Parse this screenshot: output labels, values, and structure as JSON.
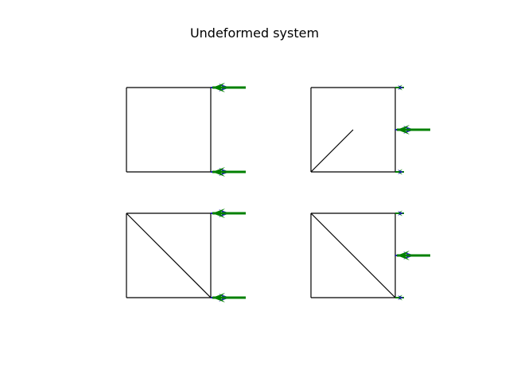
{
  "figure": {
    "title": "Undeformed system"
  },
  "colors": {
    "structure": "#000000",
    "force_arrow": "#008000",
    "displacement_arrow": "#1f1fb4"
  },
  "subplots": [
    {
      "id": "top-left",
      "members": [
        "bottom",
        "top",
        "left",
        "right"
      ],
      "loads": [
        {
          "node": "top-right",
          "type": "double-arrow"
        },
        {
          "node": "bottom-right",
          "type": "double-arrow"
        }
      ]
    },
    {
      "id": "top-right",
      "members": [
        "bottom",
        "top",
        "left",
        "right",
        "half-diagonal"
      ],
      "loads": [
        {
          "node": "top-right",
          "type": "small-arrow"
        },
        {
          "node": "right-mid",
          "type": "double-arrow"
        },
        {
          "node": "bottom-right",
          "type": "small-arrow"
        }
      ]
    },
    {
      "id": "bottom-left",
      "members": [
        "bottom",
        "top",
        "left",
        "right",
        "diagonal"
      ],
      "loads": [
        {
          "node": "top-right",
          "type": "double-arrow"
        },
        {
          "node": "bottom-right",
          "type": "double-arrow"
        }
      ]
    },
    {
      "id": "bottom-right",
      "members": [
        "bottom",
        "top",
        "left",
        "right",
        "diagonal"
      ],
      "loads": [
        {
          "node": "top-right",
          "type": "small-arrow"
        },
        {
          "node": "right-mid",
          "type": "double-arrow"
        },
        {
          "node": "bottom-right",
          "type": "small-arrow"
        }
      ]
    }
  ]
}
